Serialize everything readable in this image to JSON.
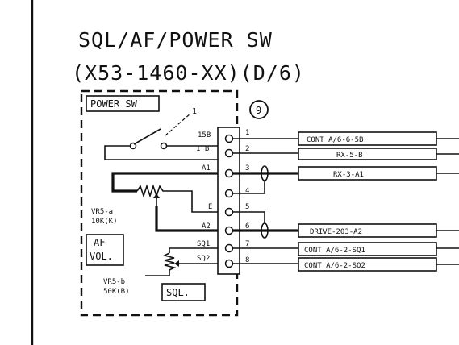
{
  "title": {
    "line1": "SQL/AF/POWER SW",
    "line2": "(X53-1460-XX)(D/6)"
  },
  "switch_label": "POWER SW",
  "switch_contact": "1",
  "connector_number": "9",
  "pins": [
    {
      "num": "1",
      "signal": "15B",
      "dest": "CONT  A/6-6-5B"
    },
    {
      "num": "2",
      "signal": "1 B",
      "dest": "RX-5-B"
    },
    {
      "num": "3",
      "signal": "A1",
      "dest": "RX-3-A1"
    },
    {
      "num": "4",
      "signal": "",
      "dest": ""
    },
    {
      "num": "5",
      "signal": "E",
      "dest": ""
    },
    {
      "num": "6",
      "signal": "A2",
      "dest": "DRIVE-203-A2"
    },
    {
      "num": "7",
      "signal": "SQ1",
      "dest": "CONT  A/6-2-SQ1"
    },
    {
      "num": "8",
      "signal": "SQ2",
      "dest": "CONT  A/6-2-SQ2"
    }
  ],
  "vr_af": {
    "name": "VR5-a",
    "value": "10K(K)",
    "label_line1": "AF",
    "label_line2": "VOL."
  },
  "vr_sql": {
    "name": "VR5-b",
    "value": "50K(B)",
    "label": "SQL."
  }
}
